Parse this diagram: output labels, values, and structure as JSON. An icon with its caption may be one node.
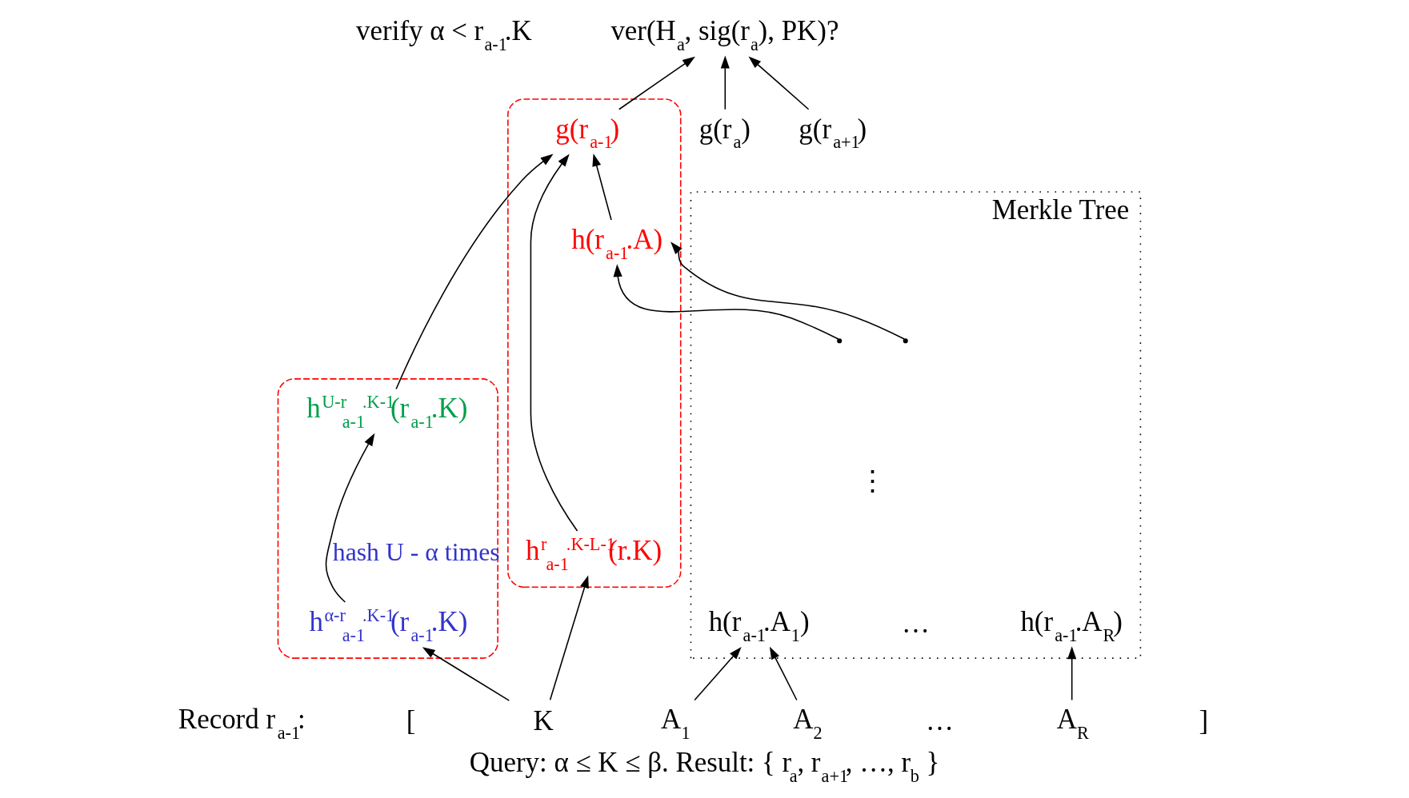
{
  "diagram": {
    "caption": "Query: α ≤ K ≤ β. Result: { r$_{a}$, r$_{a+1}$, …, r$_{b}$ }",
    "nodes": [
      {
        "text": [
          "ver(H$_{a}$, sig(r$_{a}$), PK)?"
        ]
      },
      {
        "text": [],
        "shape": "cloud"
      },
      {
        "text": [
          "g(r$_{a-1}$)"
        ],
        "in": 1
      },
      {
        "text": [
          "g(r$_{a}$)"
        ]
      },
      {
        "text": [
          "g(r$_{a+1}$)"
        ]
      },
      {
        "text": [],
        "shape": "cloud"
      },
      {
        "text": [
          "h$^{U-r}$$_{a-1}$$^{.K-1}$(r$_{a-1}$.K)"
        ],
        "in": 5
      },
      {
        "text": [
          "h$^{r}$$_{a-1}$$^{.K-L-1}$(r.K)"
        ],
        "in": 1
      },
      {
        "text": [
          "h(r$_{a-1}$.A)"
        ],
        "in": 1
      },
      {
        "text": [
          "h$^{α-r}$$_{a-1}$$^{.K-1}$(r$_{a-1}$.K)"
        ],
        "in": 5
      },
      {
        "text": [
          "Merkle Tree"
        ]
      },
      {
        "text": [
          "h(r$_{a-1}$.A$_{1}$)"
        ],
        "in": 10
      },
      {
        "text": [
          "h(r$_{a-1}$.A$_{R}$)"
        ],
        "in": 10
      },
      {
        "text": [
          "K"
        ]
      },
      {
        "text": [
          "A$_{1}$"
        ]
      },
      {
        "text": [
          "A$_{2}$"
        ]
      },
      {
        "text": [
          "A$_{R}$"
        ]
      }
    ],
    "edges": [
      {
        "from": 2,
        "to": 0,
        "arrow": "to"
      },
      {
        "from": 3,
        "to": 0,
        "arrow": "to"
      },
      {
        "from": 4,
        "to": 0,
        "arrow": "to"
      },
      {
        "from": 6,
        "to": 2,
        "arrow": "to"
      },
      {
        "from": 7,
        "to": 2,
        "arrow": "to"
      },
      {
        "from": 8,
        "to": 2,
        "arrow": "to"
      },
      {
        "from": 9,
        "to": 6,
        "arrow": "to",
        "label": "hash U - α times"
      },
      {
        "from": null,
        "to": 8,
        "arrow": "to"
      },
      {
        "from": null,
        "to": 8,
        "arrow": "to"
      },
      {
        "from": 13,
        "to": 9,
        "arrow": "to"
      },
      {
        "from": 13,
        "to": 7,
        "arrow": "to"
      },
      {
        "from": 14,
        "to": 11,
        "arrow": "to"
      },
      {
        "from": 15,
        "to": 11,
        "arrow": "to"
      },
      {
        "from": 16,
        "to": 12,
        "arrow": "to"
      }
    ],
    "labels": [
      "verify α < r$_{a-1}$.K",
      "⋮",
      "…",
      "Record r$_{a-1}$:",
      "[",
      "…",
      "]"
    ]
  }
}
